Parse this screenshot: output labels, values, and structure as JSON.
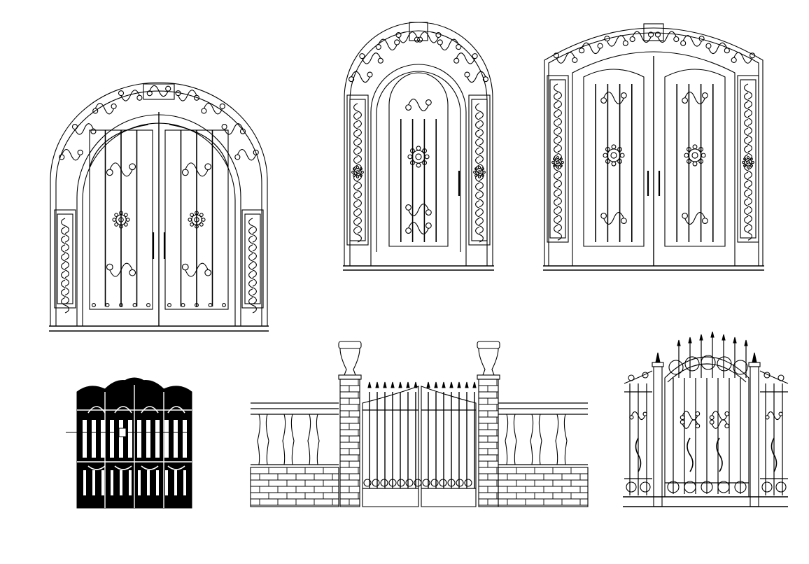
{
  "drawing": {
    "title": "",
    "background": "#ffffff",
    "line_color": "#000000",
    "fill_color": "#000000",
    "items": [
      {
        "id": "double-arched-door-large",
        "kind": "arched double door with transom and sidelights"
      },
      {
        "id": "single-arched-door",
        "kind": "arched single door with sidelights"
      },
      {
        "id": "double-arched-door-wide",
        "kind": "segmental-arched double door with sidelights"
      },
      {
        "id": "solid-ornamental-gate",
        "kind": "dense wrought-iron gate"
      },
      {
        "id": "balustrade-gate",
        "kind": "double gate between brick piers with urns and balustrade"
      },
      {
        "id": "arched-spear-gate",
        "kind": "arched spear-top gate with side fence panels"
      }
    ]
  }
}
